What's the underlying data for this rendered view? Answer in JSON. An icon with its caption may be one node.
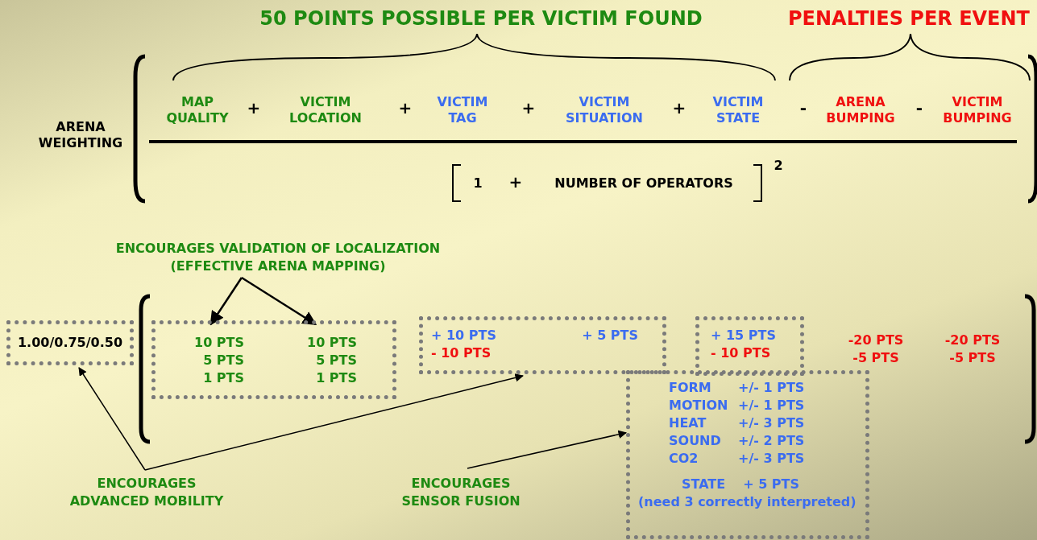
{
  "diagram": {
    "nodes": [
      {
        "text": [
          "ENCOURAGES VALIDATION OF LOCALIZATION (EFFECTIVE ARENA MAPPING)"
        ]
      },
      {
        "text": [
          "1.00/0.75/0.50"
        ]
      },
      {
        "text": [],
        "shape": "box"
      },
      {
        "text": [
          "10 PTS",
          "5 PTS",
          "1 PTS"
        ],
        "in": 2
      },
      {
        "text": [
          "10 PTS",
          "5 PTS",
          "1 PTS"
        ],
        "in": 2
      },
      {
        "text": [
          "+ 10 PTS",
          "- 10 PTS",
          "+ 5 PTS"
        ]
      },
      {
        "text": [
          "+ 15 PTS",
          "- 10 PTS"
        ]
      },
      {
        "text": [
          "FORM",
          "+/- 1 PTS",
          "MOTION",
          "+/- 1 PTS",
          "HEAT",
          "+/- 3 PTS",
          "SOUND",
          "+/- 2 PTS",
          "CO2",
          "+/- 3 PTS",
          "STATE",
          "+ 5 PTS",
          "(need 3 correctly interpreted)"
        ]
      },
      {
        "text": [
          "ENCOURAGES ADVANCED MOBILITY"
        ]
      },
      {
        "text": [
          "ENCOURAGES SENSOR FUSION"
        ]
      }
    ],
    "edges": [
      {
        "from": 0,
        "to": 3,
        "arrow": "to"
      },
      {
        "from": 0,
        "to": 4,
        "arrow": "to"
      },
      {
        "from": 8,
        "to": 1,
        "arrow": "to"
      },
      {
        "from": 8,
        "to": 5,
        "arrow": "to"
      },
      {
        "from": 9,
        "to": 7,
        "arrow": "to"
      }
    ],
    "labels": [
      "50 POINTS POSSIBLE PER VICTIM FOUND",
      "PENALTIES PER EVENT",
      "ARENA WEIGHTING",
      "MAP QUALITY",
      "+",
      "VICTIM LOCATION",
      "+",
      "VICTIM TAG",
      "+",
      "VICTIM SITUATION",
      "+",
      "VICTIM STATE",
      "-",
      "ARENA BUMPING",
      "-",
      "VICTIM BUMPING",
      "1",
      "+",
      "NUMBER OF OPERATORS",
      "2",
      "-20 PTS",
      "-20 PTS",
      "-5 PTS",
      "-5 PTS"
    ]
  }
}
